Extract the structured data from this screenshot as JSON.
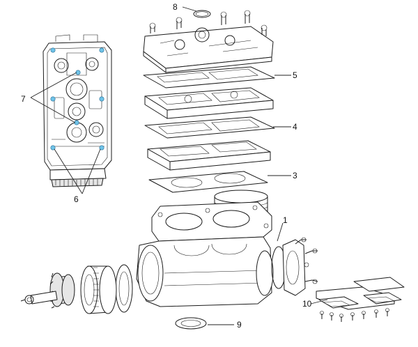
{
  "diagram": {
    "type": "exploded-view",
    "callouts": {
      "c1": "1",
      "c3": "3",
      "c4": "4",
      "c5": "5",
      "c6": "6",
      "c7": "7",
      "c8": "8",
      "c9": "9",
      "c10": "10"
    },
    "colors": {
      "line": "#1a1a1a",
      "highlight_points": "#6fc3e8"
    }
  }
}
